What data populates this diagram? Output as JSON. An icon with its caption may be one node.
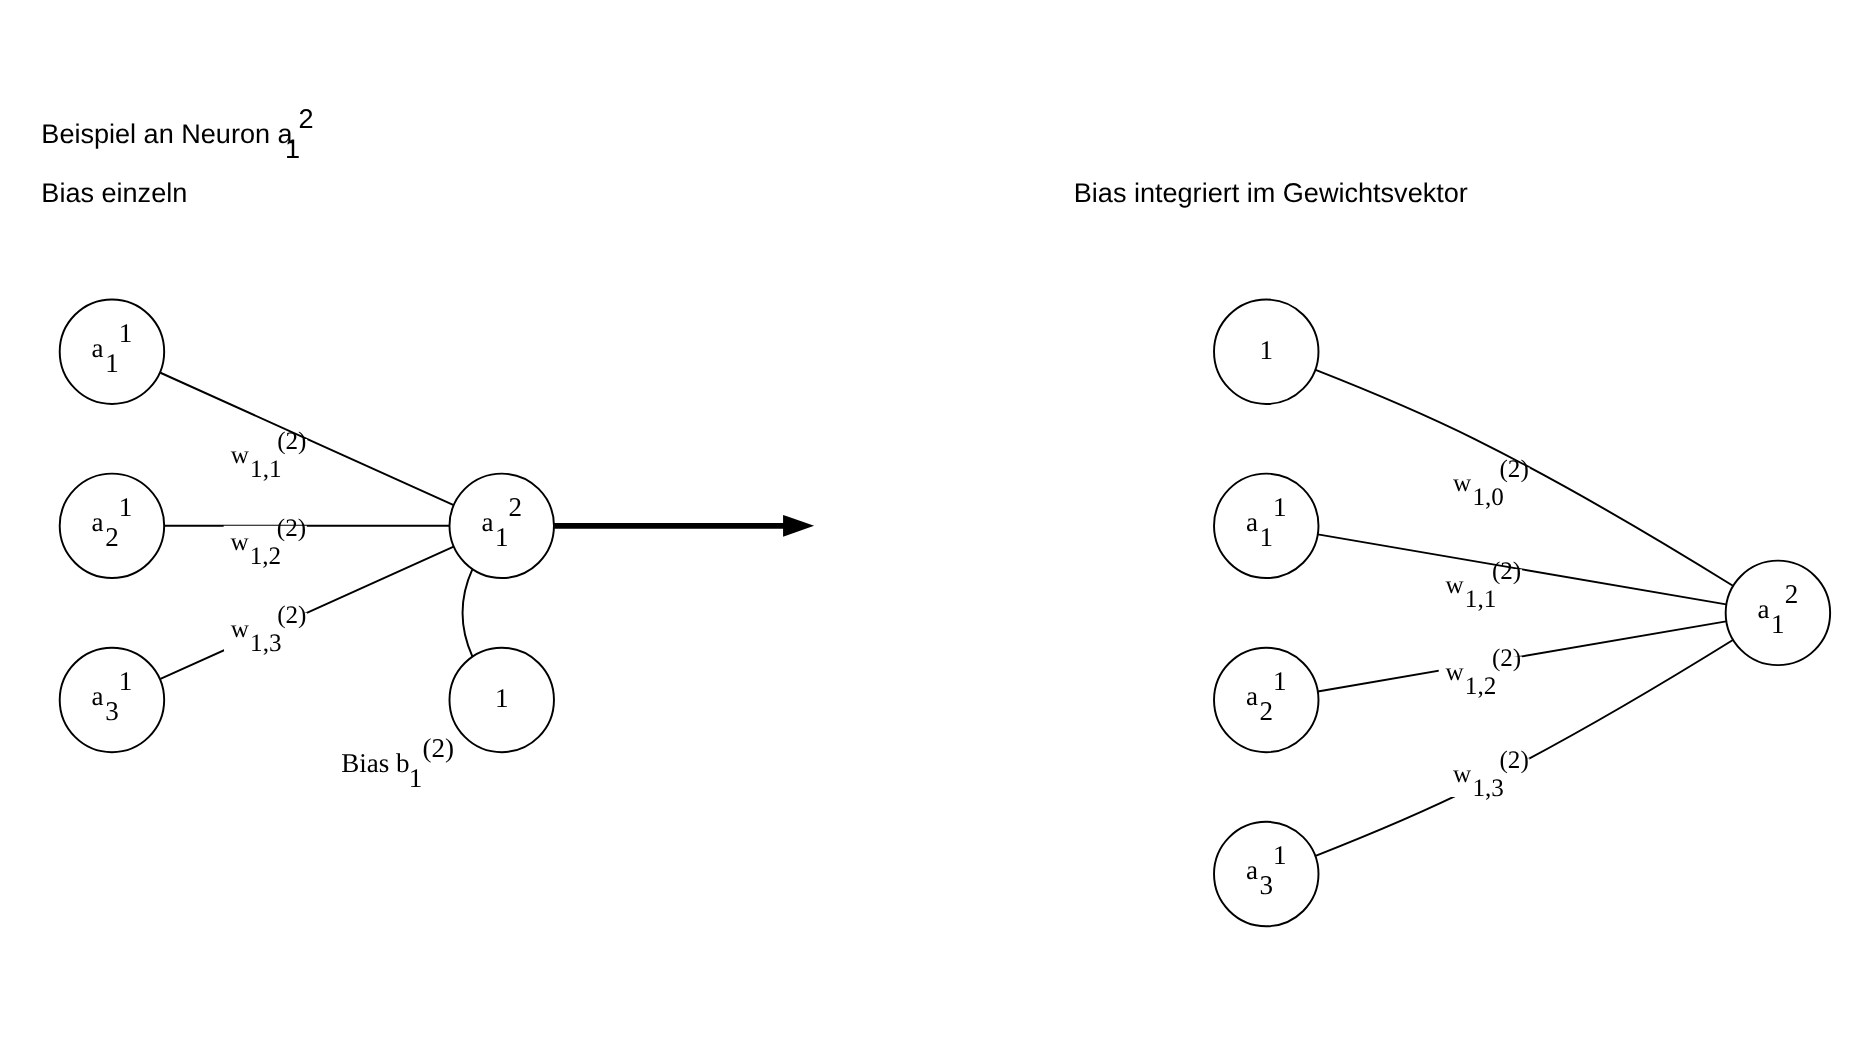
{
  "diagram": {
    "title": "Beispiel an Neuron a$_{1}$$^{2}$",
    "nodes": [
      {
        "text": [
          "a$_{1}$$^{1}$"
        ]
      },
      {
        "text": [
          "a$_{2}$$^{1}$"
        ]
      },
      {
        "text": [
          "a$_{3}$$^{1}$"
        ]
      },
      {
        "text": [
          "a$_{1}$$^{2}$"
        ]
      },
      {
        "text": [
          "1"
        ],
        "beside": [
          "Bias b$_{1}$$^{(2)}$"
        ]
      },
      {
        "text": [
          "1"
        ]
      },
      {
        "text": [
          "a$_{1}$$^{1}$"
        ]
      },
      {
        "text": [
          "a$_{2}$$^{1}$"
        ]
      },
      {
        "text": [
          "a$_{3}$$^{1}$"
        ]
      },
      {
        "text": [
          "a$_{1}$$^{2}$"
        ]
      }
    ],
    "edges": [
      {
        "from": 0,
        "to": 3,
        "arrow": "none",
        "label": "w$_{1,1}$$^{(2)}$"
      },
      {
        "from": 1,
        "to": 3,
        "arrow": "none",
        "label": "w$_{1,2}$$^{(2)}$"
      },
      {
        "from": 2,
        "to": 3,
        "arrow": "none",
        "label": "w$_{1,3}$$^{(2)}$"
      },
      {
        "from": 4,
        "to": 3,
        "arrow": "none"
      },
      {
        "from": 3,
        "to": null,
        "arrow": "to",
        "style": "thick"
      },
      {
        "from": 5,
        "to": 9,
        "arrow": "none",
        "label": "w$_{1,0}$$^{(2)}$"
      },
      {
        "from": 6,
        "to": 9,
        "arrow": "none",
        "label": "w$_{1,1}$$^{(2)}$"
      },
      {
        "from": 7,
        "to": 9,
        "arrow": "none",
        "label": "w$_{1,2}$$^{(2)}$"
      },
      {
        "from": 8,
        "to": 9,
        "arrow": "none",
        "label": "w$_{1,3}$$^{(2)}$"
      }
    ],
    "labels": [
      "Bias einzeln",
      "Bias integriert im Gewichtsvektor"
    ]
  }
}
